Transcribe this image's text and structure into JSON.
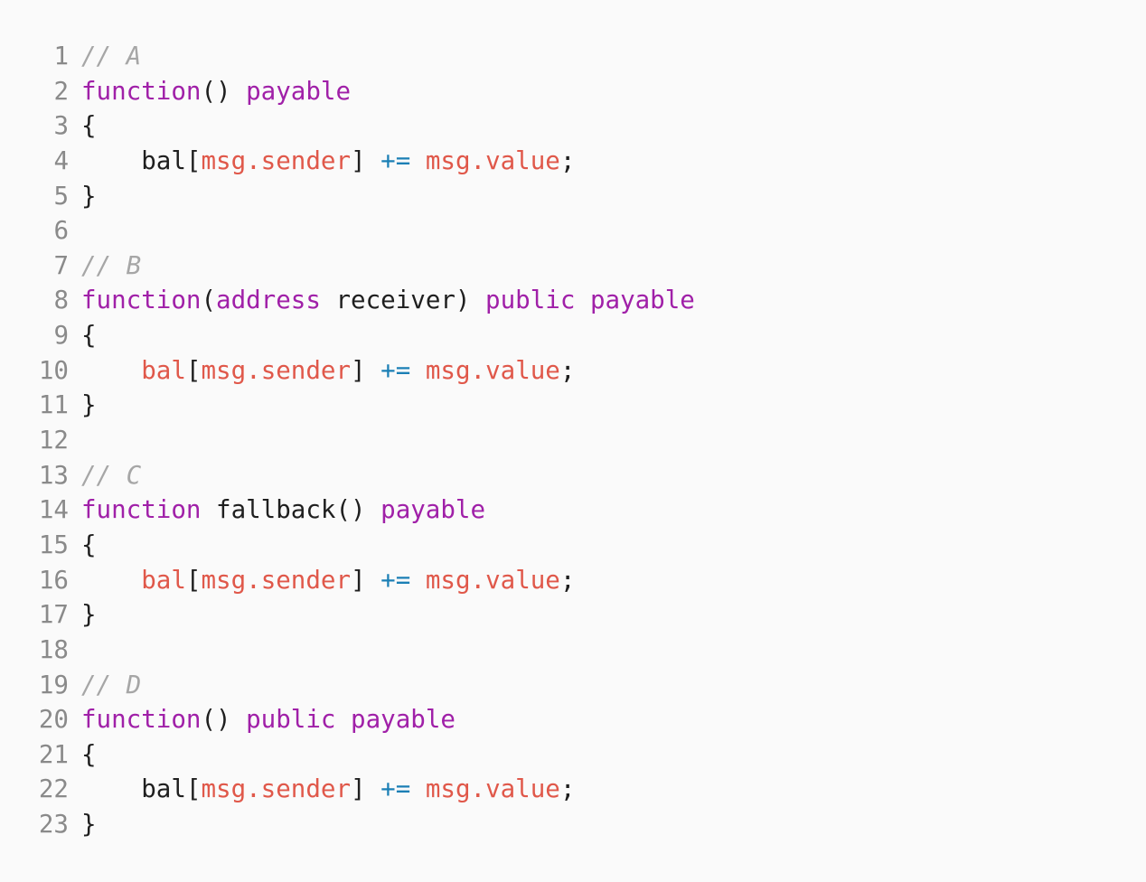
{
  "code": {
    "lines": [
      {
        "number": "1",
        "tokens": [
          {
            "text": "// A",
            "kind": "comment"
          }
        ]
      },
      {
        "number": "2",
        "tokens": [
          {
            "text": "function",
            "kind": "keyword"
          },
          {
            "text": "() ",
            "kind": "plain"
          },
          {
            "text": "payable",
            "kind": "keyword"
          }
        ]
      },
      {
        "number": "3",
        "tokens": [
          {
            "text": "{",
            "kind": "plain"
          }
        ]
      },
      {
        "number": "4",
        "tokens": [
          {
            "text": "    bal[",
            "kind": "plain"
          },
          {
            "text": "msg.sender",
            "kind": "var"
          },
          {
            "text": "] ",
            "kind": "plain"
          },
          {
            "text": "+=",
            "kind": "op"
          },
          {
            "text": " ",
            "kind": "plain"
          },
          {
            "text": "msg.value",
            "kind": "var"
          },
          {
            "text": ";",
            "kind": "plain"
          }
        ]
      },
      {
        "number": "5",
        "tokens": [
          {
            "text": "}",
            "kind": "plain"
          }
        ]
      },
      {
        "number": "6",
        "tokens": []
      },
      {
        "number": "7",
        "tokens": [
          {
            "text": "// B",
            "kind": "comment"
          }
        ]
      },
      {
        "number": "8",
        "tokens": [
          {
            "text": "function",
            "kind": "keyword"
          },
          {
            "text": "(",
            "kind": "plain"
          },
          {
            "text": "address",
            "kind": "keyword"
          },
          {
            "text": " receiver) ",
            "kind": "plain"
          },
          {
            "text": "public",
            "kind": "keyword"
          },
          {
            "text": " ",
            "kind": "plain"
          },
          {
            "text": "payable",
            "kind": "keyword"
          }
        ]
      },
      {
        "number": "9",
        "tokens": [
          {
            "text": "{",
            "kind": "plain"
          }
        ]
      },
      {
        "number": "10",
        "tokens": [
          {
            "text": "    ",
            "kind": "plain"
          },
          {
            "text": "bal",
            "kind": "var"
          },
          {
            "text": "[",
            "kind": "plain"
          },
          {
            "text": "msg.sender",
            "kind": "var"
          },
          {
            "text": "] ",
            "kind": "plain"
          },
          {
            "text": "+=",
            "kind": "op"
          },
          {
            "text": " ",
            "kind": "plain"
          },
          {
            "text": "msg.value",
            "kind": "var"
          },
          {
            "text": ";",
            "kind": "plain"
          }
        ]
      },
      {
        "number": "11",
        "tokens": [
          {
            "text": "}",
            "kind": "plain"
          }
        ]
      },
      {
        "number": "12",
        "tokens": []
      },
      {
        "number": "13",
        "tokens": [
          {
            "text": "// C",
            "kind": "comment"
          }
        ]
      },
      {
        "number": "14",
        "tokens": [
          {
            "text": "function",
            "kind": "keyword"
          },
          {
            "text": " fallback() ",
            "kind": "plain"
          },
          {
            "text": "payable",
            "kind": "keyword"
          }
        ]
      },
      {
        "number": "15",
        "tokens": [
          {
            "text": "{",
            "kind": "plain"
          }
        ]
      },
      {
        "number": "16",
        "tokens": [
          {
            "text": "    ",
            "kind": "plain"
          },
          {
            "text": "bal",
            "kind": "var"
          },
          {
            "text": "[",
            "kind": "plain"
          },
          {
            "text": "msg.sender",
            "kind": "var"
          },
          {
            "text": "] ",
            "kind": "plain"
          },
          {
            "text": "+=",
            "kind": "op"
          },
          {
            "text": " ",
            "kind": "plain"
          },
          {
            "text": "msg.value",
            "kind": "var"
          },
          {
            "text": ";",
            "kind": "plain"
          }
        ]
      },
      {
        "number": "17",
        "tokens": [
          {
            "text": "}",
            "kind": "plain"
          }
        ]
      },
      {
        "number": "18",
        "tokens": []
      },
      {
        "number": "19",
        "tokens": [
          {
            "text": "// D",
            "kind": "comment"
          }
        ]
      },
      {
        "number": "20",
        "tokens": [
          {
            "text": "function",
            "kind": "keyword"
          },
          {
            "text": "() ",
            "kind": "plain"
          },
          {
            "text": "public",
            "kind": "keyword"
          },
          {
            "text": " ",
            "kind": "plain"
          },
          {
            "text": "payable",
            "kind": "keyword"
          }
        ]
      },
      {
        "number": "21",
        "tokens": [
          {
            "text": "{",
            "kind": "plain"
          }
        ]
      },
      {
        "number": "22",
        "tokens": [
          {
            "text": "    bal[",
            "kind": "plain"
          },
          {
            "text": "msg.sender",
            "kind": "var"
          },
          {
            "text": "] ",
            "kind": "plain"
          },
          {
            "text": "+=",
            "kind": "op"
          },
          {
            "text": " ",
            "kind": "plain"
          },
          {
            "text": "msg.value",
            "kind": "var"
          },
          {
            "text": ";",
            "kind": "plain"
          }
        ]
      },
      {
        "number": "23",
        "tokens": [
          {
            "text": "}",
            "kind": "plain"
          }
        ]
      }
    ]
  },
  "colors": {
    "background": "#fafafa",
    "line_number": "#8a8a8a",
    "comment": "#a6a6a6",
    "keyword": "#a020a8",
    "variable": "#e0584a",
    "operator": "#1b7fb5",
    "plain": "#1f1f1f"
  }
}
